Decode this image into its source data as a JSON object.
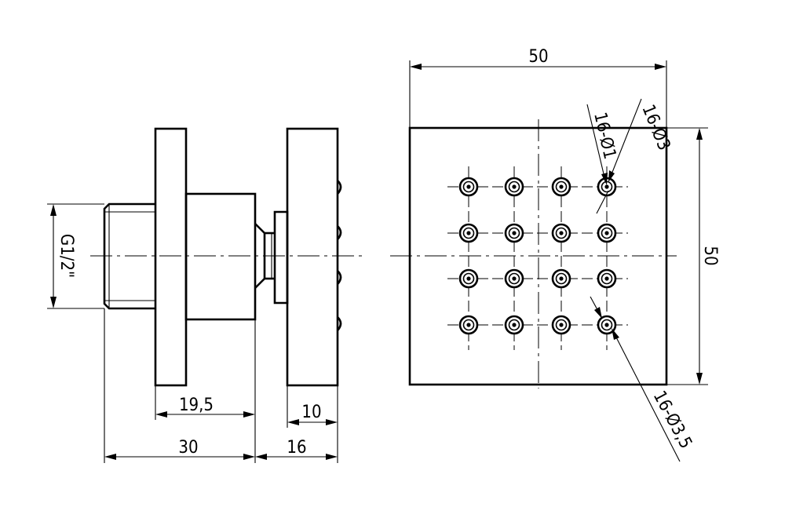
{
  "dimensions": {
    "face_width": "50",
    "face_height": "50",
    "thread": "G1/2\"",
    "body_length": "19,5",
    "total_mount": "30",
    "face_thickness": "10",
    "face_depth": "16",
    "hole_small": "16-Ø1",
    "hole_mid": "16-Ø3",
    "hole_large": "16-Ø3,5"
  },
  "nozzle_grid": {
    "rows": 4,
    "cols": 4
  }
}
